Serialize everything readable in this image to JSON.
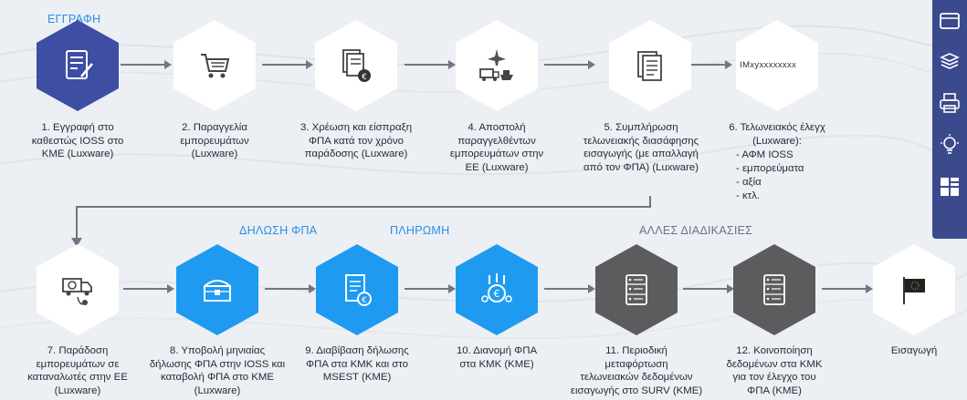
{
  "phases": {
    "registration": "ΕΓΓΡΑΦΗ",
    "vat_declaration": "ΔΗΛΩΣΗ ΦΠΑ",
    "payment": "ΠΛΗΡΩΜΗ",
    "other_procedures": "ΑΛΛΕΣ ΔΙΑΔΙΚΑΣΙΕΣ"
  },
  "steps": [
    {
      "label": "1. Εγγραφή στο\nκαθεστώς IOSS στο\nΚΜΕ (Luxware)",
      "icon": "registration-form-icon"
    },
    {
      "label": "2. Παραγγελία\nεμπορευμάτων\n(Luxware)",
      "icon": "shopping-cart-icon"
    },
    {
      "label": "3. Χρέωση και είσπραξη\nΦΠΑ κατά τον χρόνο\nπαράδοσης (Luxware)",
      "icon": "documents-money-icon"
    },
    {
      "label": "4. Αποστολή\nπαραγγελθέντων\nεμπορευμάτων στην\nΕΕ (Luxware)",
      "icon": "shipping-transport-icon"
    },
    {
      "label": "5. Συμπλήρωση\nτελωνειακής διασάφησης\nεισαγωγής (με απαλλαγή\nαπό τον ΦΠΑ) (Luxware)",
      "icon": "customs-documents-icon"
    },
    {
      "label": "6. Τελωνειακός έλεγχ\n(Luxware):",
      "icon": "",
      "id_text": "IMxyxxxxxxxx",
      "bullets": [
        "- ΑΦΜ IOSS",
        "- εμπορεύματα",
        "- αξία",
        "- κτλ."
      ]
    },
    {
      "label": "7. Παράδοση\nεμπορευμάτων σε\nκαταναλωτές στην ΕΕ\n(Luxware)",
      "icon": "delivery-truck-icon"
    },
    {
      "label": "8. Υποβολή μηνιαίας\nδήλωσης ΦΠΑ στην IOSS και\nκαταβολή ΦΠΑ στο ΚΜΕ\n(Luxware)",
      "icon": "treasure-chest-icon"
    },
    {
      "label": "9. Διαβίβαση δήλωσης\nΦΠΑ στα ΚΜΚ και στο\nMSEST (ΚΜΕ)",
      "icon": "document-euro-icon"
    },
    {
      "label": "10. Διανομή ΦΠΑ\nστα ΚΜΚ (ΚΜΕ)",
      "icon": "euro-distribution-icon"
    },
    {
      "label": "11. Περιοδική\nμεταφόρτωση\nτελωνειακών δεδομένων\nεισαγωγής στο SURV (ΚΜΕ)",
      "icon": "server-icon"
    },
    {
      "label": "12. Κοινοποίηση\nδεδομένων στα ΚΜΚ\nγια τον έλεγχο του\nΦΠΑ (ΚΜΕ)",
      "icon": "server-icon"
    },
    {
      "label": "Εισαγωγή",
      "icon": "eu-flag-icon"
    }
  ],
  "sidebar": {
    "icons": [
      "window-icon",
      "stack-icon",
      "printer-icon",
      "lightbulb-icon",
      "grid-icon"
    ]
  },
  "colors": {
    "registration": "#3d4ea3",
    "vat": "#1e9bf0",
    "payment": "#1e9bf0",
    "other": "#5c5c5f",
    "default": "#ffffff",
    "arrow": "#707780"
  }
}
